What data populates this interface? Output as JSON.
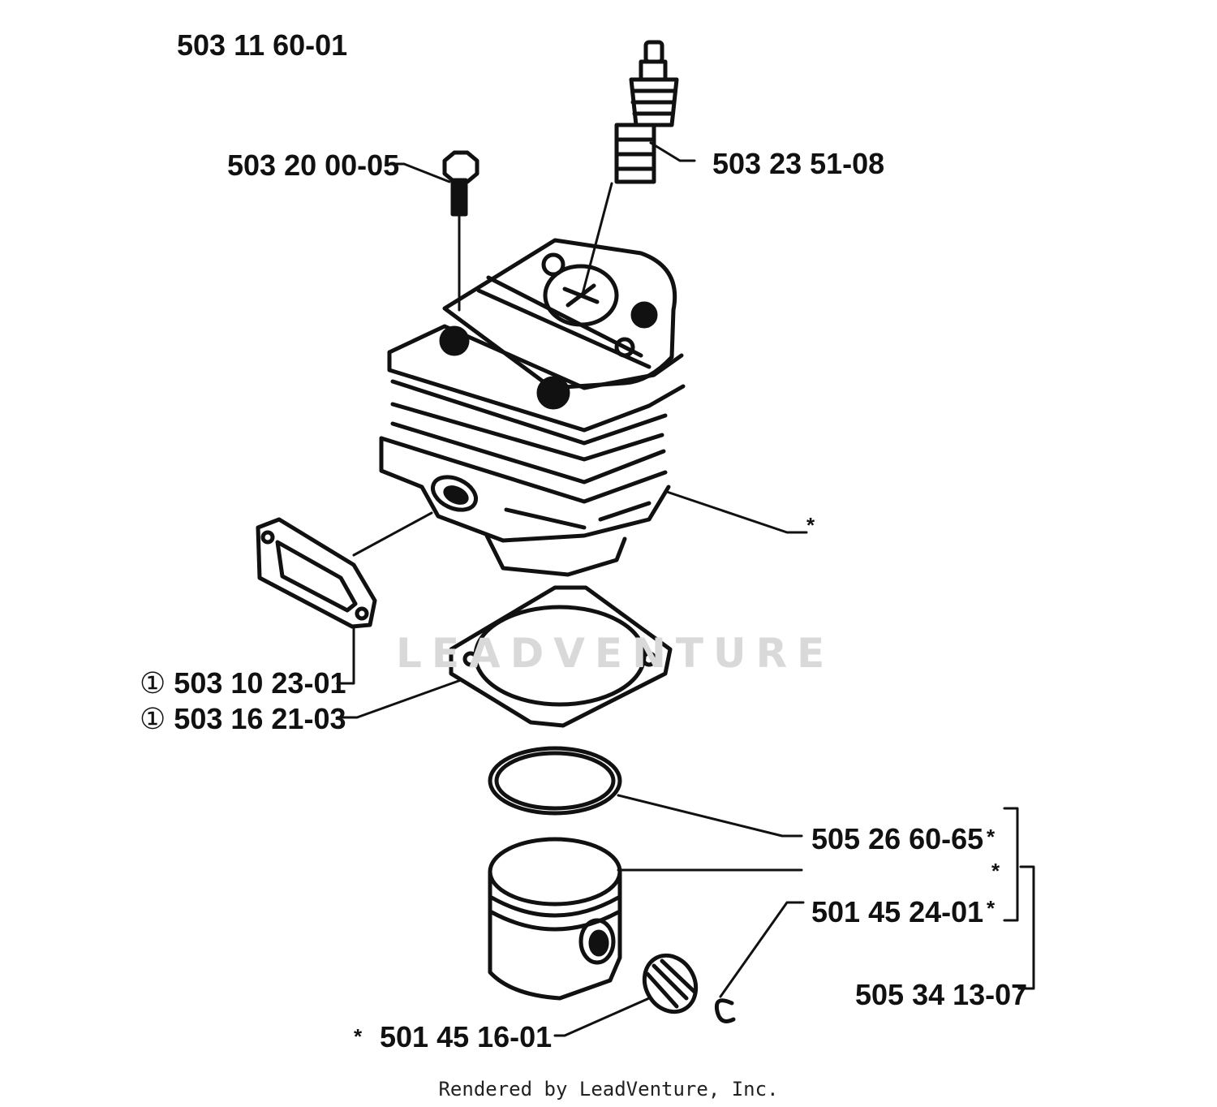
{
  "diagram": {
    "assembly_number": "503 11 60-01",
    "watermark": "LEADVENTURE",
    "footer": "Rendered by LeadVenture, Inc.",
    "marker_symbol": "①",
    "asterisk": "*",
    "parts": [
      {
        "part_number": "503 20 00-05"
      },
      {
        "part_number": "503 23 51-08"
      },
      {
        "part_number": "503 10 23-01"
      },
      {
        "part_number": "503 16 21-03"
      },
      {
        "part_number": "505 26 60-65"
      },
      {
        "part_number": "501 45 24-01"
      },
      {
        "part_number": "505 34 13-07"
      },
      {
        "part_number": "501 45 16-01"
      }
    ]
  }
}
